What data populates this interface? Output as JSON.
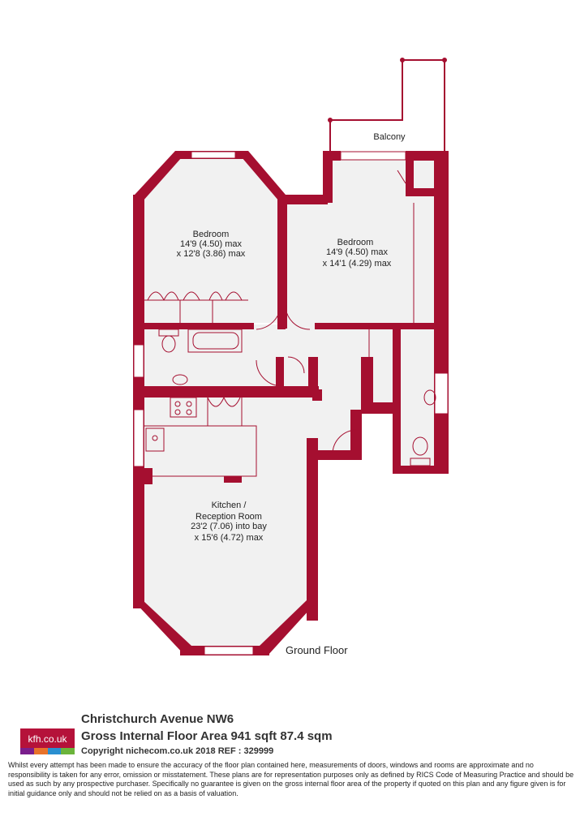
{
  "colors": {
    "wall": "#a50f30",
    "floor": "#f1f1f1",
    "fixture_line": "#a50f30",
    "logo_bg": "#b5123a",
    "logo_bar": [
      "#7a1e8c",
      "#e8732a",
      "#2a8fd0",
      "#6bb43b"
    ]
  },
  "rooms": {
    "bedroom1": {
      "name": "Bedroom",
      "size1": "14'9 (4.50) max",
      "size2": "x 12'8 (3.86) max"
    },
    "bedroom2": {
      "name": "Bedroom",
      "size1": "14'9 (4.50) max",
      "size2": "x 14'1 (4.29) max"
    },
    "kitchen": {
      "name1": "Kitchen /",
      "name2": "Reception Room",
      "size1": "23'2 (7.06) into bay",
      "size2": "x 15'6 (4.72) max"
    },
    "balcony": "Balcony"
  },
  "floor_label": "Ground Floor",
  "footer": {
    "address": "Christchurch Avenue  NW6",
    "gia": "Gross Internal Floor Area 941 sqft 87.4 sqm",
    "copyright": "Copyright nichecom.co.uk 2018 REF : 329999",
    "disclaimer": "Whilst every attempt has been made to ensure the accuracy of the floor plan contained here, measurements of doors, windows and rooms are approximate and no responsibility is taken for any error, omission or misstatement.  These plans are for representation purposes only as defined by RICS Code of Measuring Practice and should be used as such by any prospective purchaser.  Specifically no guarantee is given on the gross internal floor area of the property if quoted on this plan and any figure given is for initial guidance only and should not be relied on as a basis of valuation.",
    "logo_text": "kfh.co.uk"
  }
}
